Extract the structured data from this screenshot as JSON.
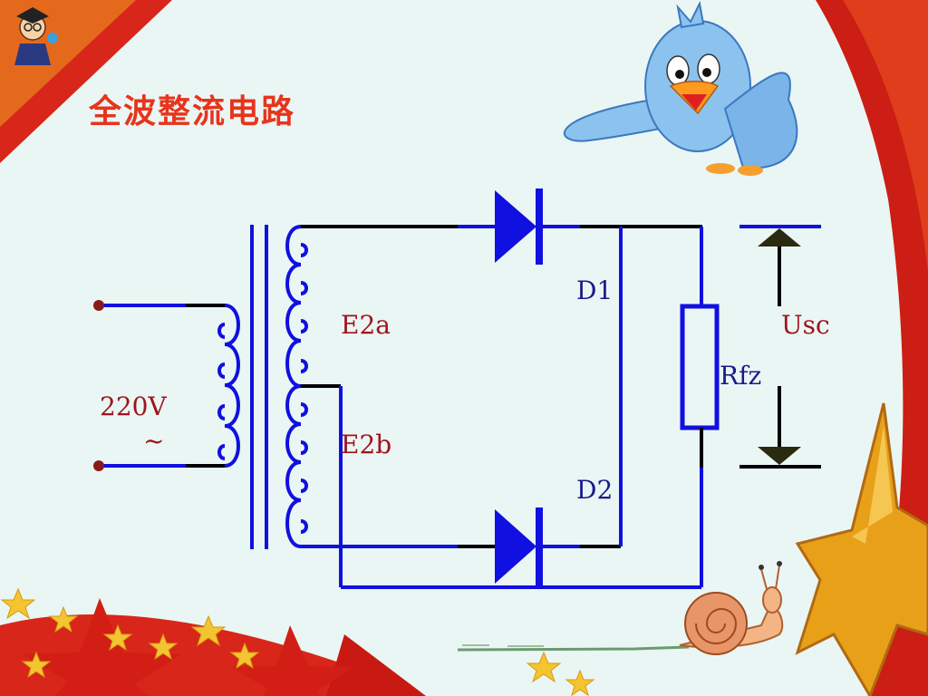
{
  "slide": {
    "title": "全波整流电路"
  },
  "circuit": {
    "input_voltage": "220V",
    "ac_symbol": "~",
    "winding_upper": "E2a",
    "winding_lower": "E2b",
    "diode_top": "D1",
    "diode_bottom": "D2",
    "load_resistor": "Rfz",
    "output_voltage": "Usc"
  },
  "colors": {
    "title": "#e8341c",
    "wire_blue": "#1010e0",
    "wire_black": "#000000",
    "label_blue": "#1a1a8c",
    "label_red": "#a0141e",
    "background": "#eaf6f4"
  }
}
